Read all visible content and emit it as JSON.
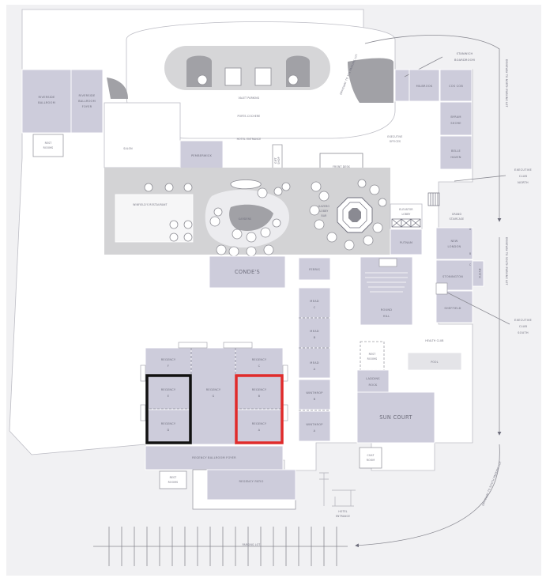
{
  "map": {
    "rooms": {
      "riverside_ballroom": [
        "RIVERSIDE",
        "BALLROOM"
      ],
      "riverside_foyer": [
        "RIVERSIDE",
        "BALLROOM",
        "FOYER"
      ],
      "rest_rooms": [
        "REST",
        "ROOMS"
      ],
      "salon": "SALON",
      "pemberwick": "PEMBERWICK",
      "valet_parking": "VALET PARKING",
      "porte_cochere": "PORTE-COCHERE",
      "hotel_entrance_top": "HOTEL ENTRANCE",
      "gift_shop": [
        "GIFT",
        "SHOP"
      ],
      "front_desk": "FRONT DESK",
      "executive_offices": [
        "EXECUTIVE",
        "OFFICES"
      ],
      "stanwich": [
        "STANWICH",
        "BOARDROOM"
      ],
      "milbrook": "MILBROOK",
      "cos_cob": "COS COB",
      "byram_shore": [
        "BYRAM",
        "SHORE"
      ],
      "belle_haven": [
        "BELLE",
        "HAVEN"
      ],
      "executive_club_north": [
        "EXECUTIVE",
        "CLUB",
        "NORTH"
      ],
      "lobby": "LOBBY",
      "winfields": "WINFIELD'S RESTAURANT",
      "gardens": "GARDENS",
      "gazebo": [
        "GAZEBO",
        "LOBBY",
        "BAR"
      ],
      "elevator_lobby": [
        "ELEVATOR",
        "LOBBY"
      ],
      "grand_staircase": [
        "GRAND",
        "STAIRCASE"
      ],
      "putnam": "PUTNAM",
      "new_london": [
        "NEW",
        "LONDON"
      ],
      "stonington": "STONINGTON",
      "sheffield": "SHEFFIELD",
      "mystic": "MYSTIC",
      "executive_club_south": [
        "EXECUTIVE",
        "CLUB",
        "SOUTH"
      ],
      "letter_a": "A",
      "letter_b": "B",
      "letter_c": "C",
      "condes": "CONDE'S",
      "ferris": "FERRIS",
      "round_hill": [
        "ROUND",
        "HILL"
      ],
      "mead_c": [
        "MEAD",
        "C"
      ],
      "mead_b": [
        "MEAD",
        "B"
      ],
      "mead_a": [
        "MEAD",
        "A"
      ],
      "winthrop_b": [
        "WINTHROP",
        "B"
      ],
      "winthrop_a": [
        "WINTHROP",
        "A"
      ],
      "health_club": "HEALTH CLUB",
      "pool": "POOL",
      "laddins_rock": [
        "LADDINS",
        "ROCK"
      ],
      "sun_court": "SUN COURT",
      "coat_room": [
        "COAT",
        "ROOM"
      ],
      "regency_f": [
        "REGENCY",
        "F"
      ],
      "regency_e": [
        "REGENCY",
        "E"
      ],
      "regency_d": [
        "REGENCY",
        "D"
      ],
      "regency_g": [
        "REGENCY",
        "G"
      ],
      "regency_c": [
        "REGENCY",
        "C"
      ],
      "regency_b": [
        "REGENCY",
        "B"
      ],
      "regency_a": [
        "REGENCY",
        "A"
      ],
      "regency_foyer": "REGENCY BALLROOM FOYER",
      "regency_patio": "REGENCY PATIO",
      "hotel_entrance_bottom": [
        "HOTEL",
        "ENTRANCE"
      ],
      "parking_lot": "PARKING LOT"
    },
    "driveways": {
      "top": "DRIVEWAY TO 301 PARKING LOT",
      "east_north": "DRIVEWAY TO NORTH PARKING LOT",
      "east_mid": "DRIVEWAY TO SOUTH PARKING LOT",
      "south": "DRIVEWAY TO SOUTH PARKING LOT"
    },
    "highlights": {
      "black": "#111111",
      "red": "#e02b2b"
    }
  }
}
